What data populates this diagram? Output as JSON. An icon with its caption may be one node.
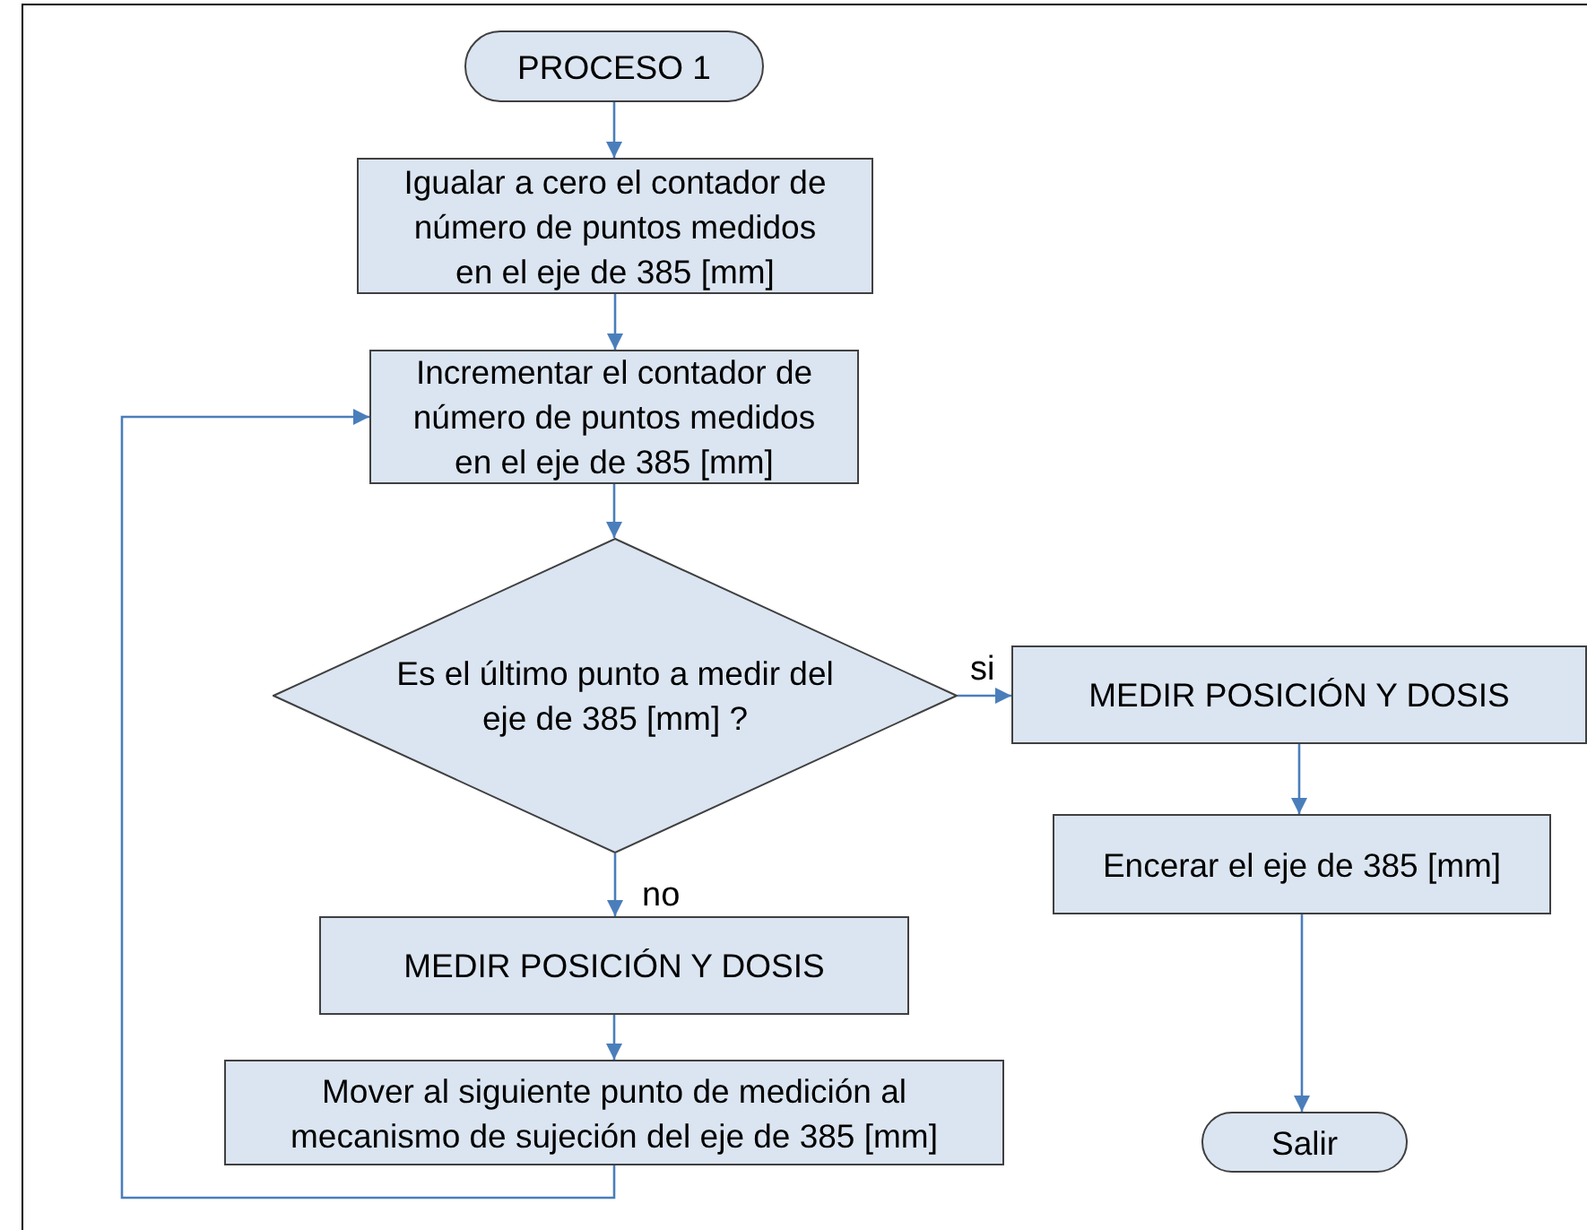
{
  "diagram": {
    "nodes": [
      {
        "text": [
          "PROCESO 1"
        ]
      },
      {
        "text": [
          "Igualar a cero el contador de número de puntos medidos en el eje de 385 [mm]"
        ]
      },
      {
        "text": [
          "Incrementar el contador de número de puntos medidos en el eje de 385 [mm]"
        ]
      },
      {
        "text": [
          "Es el último punto a medir del eje de 385 [mm] ?"
        ]
      },
      {
        "text": [
          "MEDIR POSICIÓN Y DOSIS"
        ]
      },
      {
        "text": [
          "Encerar el eje de 385 [mm]"
        ]
      },
      {
        "text": [
          "Salir"
        ]
      },
      {
        "text": [
          "MEDIR POSICIÓN Y DOSIS"
        ]
      },
      {
        "text": [
          "Mover al siguiente punto de medición al mecanismo de sujeción del eje de 385 [mm]"
        ]
      }
    ],
    "edges": [
      {
        "from": 0,
        "to": 1,
        "arrow": "to"
      },
      {
        "from": 1,
        "to": 2,
        "arrow": "to"
      },
      {
        "from": 2,
        "to": 3,
        "arrow": "to"
      },
      {
        "from": 3,
        "to": 4,
        "arrow": "to",
        "label": "si"
      },
      {
        "from": 4,
        "to": 5,
        "arrow": "to"
      },
      {
        "from": 5,
        "to": 6,
        "arrow": "to"
      },
      {
        "from": 3,
        "to": 7,
        "arrow": "to",
        "label": "no"
      },
      {
        "from": 7,
        "to": 8,
        "arrow": "to"
      },
      {
        "from": 8,
        "to": 2,
        "arrow": "to"
      }
    ]
  }
}
